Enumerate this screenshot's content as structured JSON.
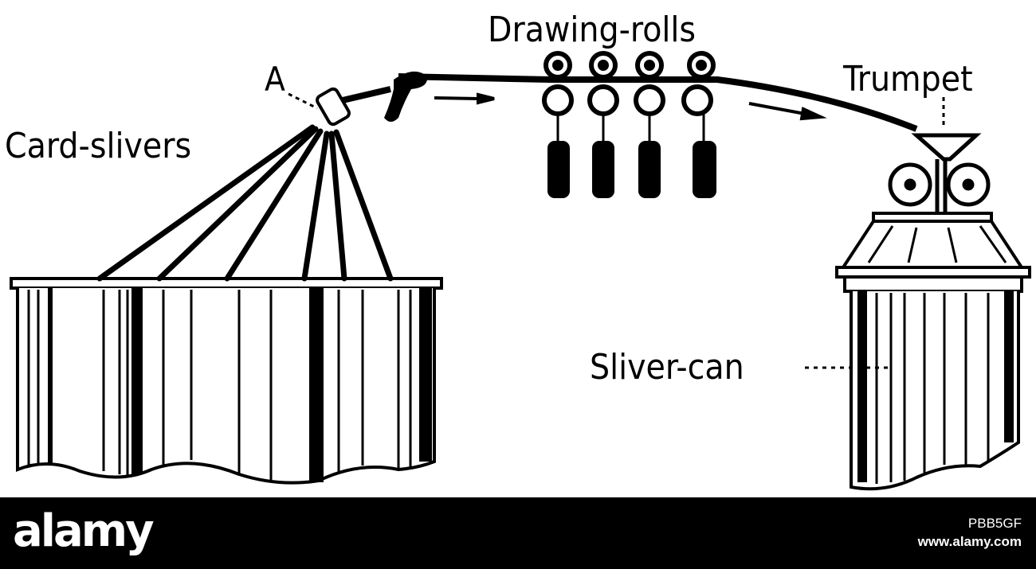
{
  "diagram": {
    "labels": {
      "card_slivers": "Card-slivers",
      "point_a": "A",
      "drawing_rolls": "Drawing-rolls",
      "trumpet": "Trumpet",
      "sliver_can": "Sliver-can"
    }
  },
  "footer": {
    "brand": "alamy",
    "image_id": "PBB5GF",
    "site": "www.alamy.com"
  }
}
